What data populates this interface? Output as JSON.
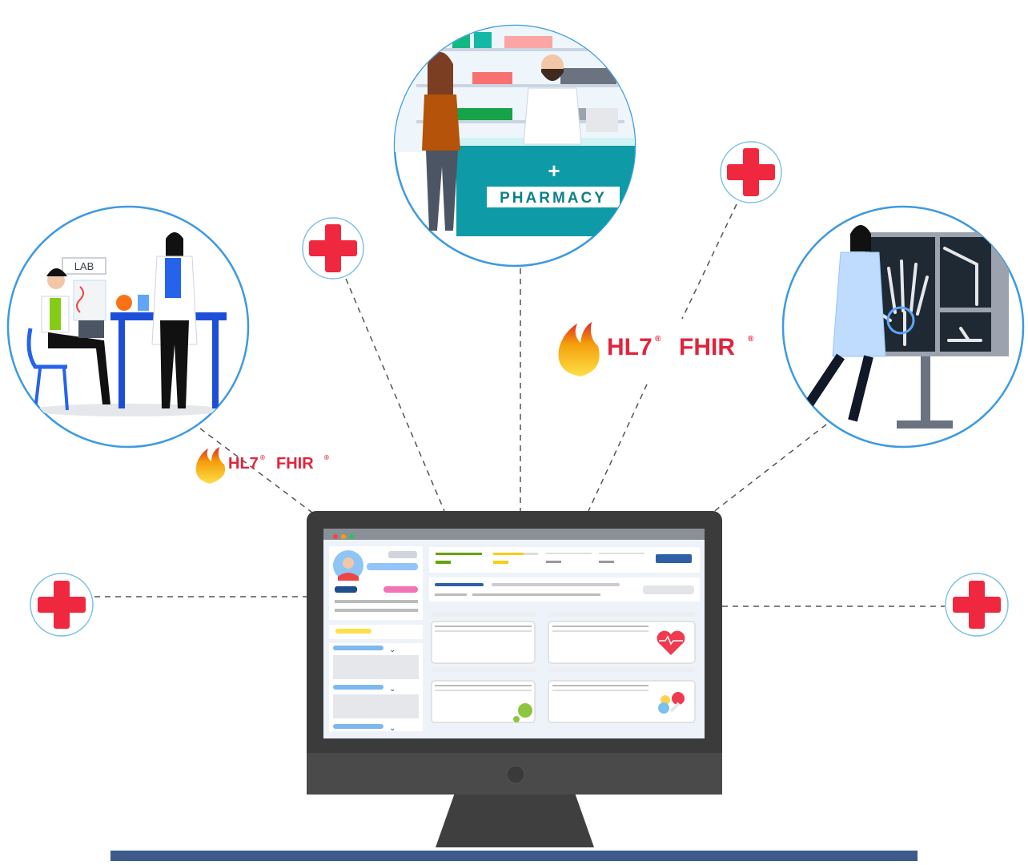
{
  "labels": {
    "lab": "LAB",
    "pharmacy": "PHARMACY",
    "pharmacy_cross": "+"
  },
  "logos": [
    {
      "text_hl7": "HL7",
      "text_fhir": "FHIR",
      "reg": "®"
    },
    {
      "text_hl7": "HL7",
      "text_fhir": "FHIR",
      "reg": "®"
    }
  ],
  "icons": [
    "medical-cross-icon",
    "heart-pulse-icon",
    "pills-icon",
    "flame-icon"
  ],
  "colors": {
    "circle_border": "#3d9ae0",
    "cross_red": "#f0283f",
    "monitor": "#3b3b3b",
    "base_bar": "#3d5a8a",
    "fhir_red": "#e0243c",
    "dashed_line": "#555555"
  }
}
